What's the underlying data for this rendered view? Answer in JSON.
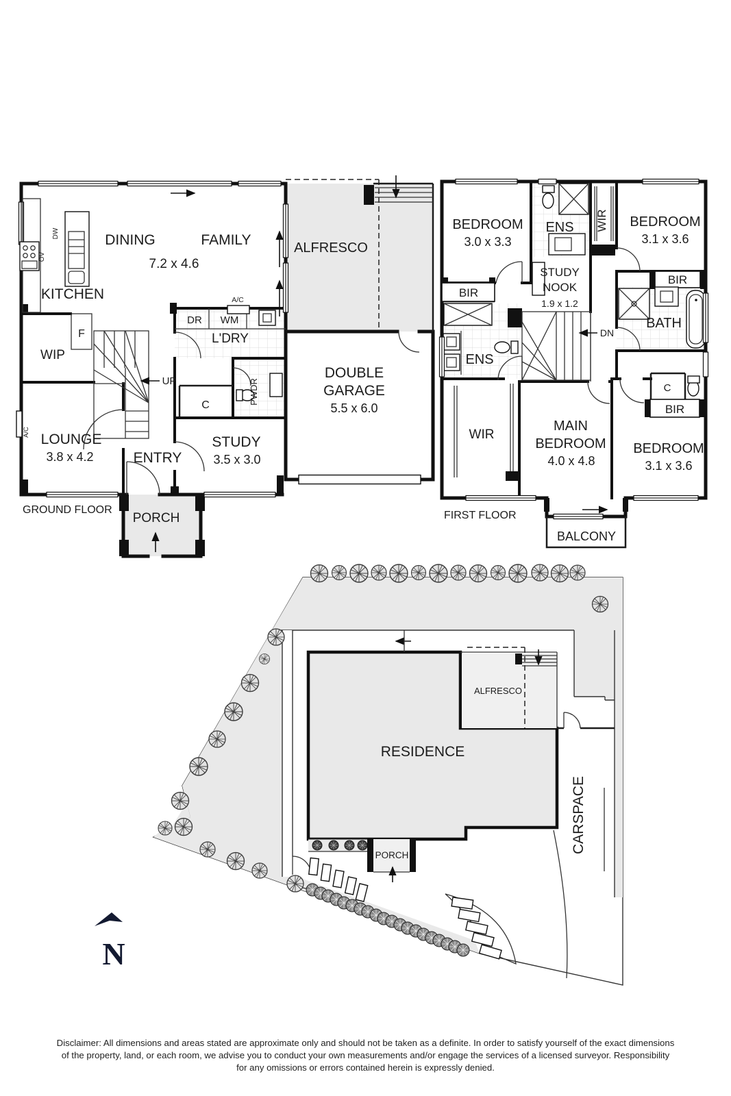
{
  "colors": {
    "wall": "#111111",
    "shade": "#e9e9e9",
    "shade_light": "#f0f0f0",
    "navy": "#131a31",
    "text": "#1f1f1f"
  },
  "labels": {
    "dining": "DINING",
    "family": "FAMILY",
    "dining_family_dims": "7.2 x 4.6",
    "kitchen": "KITCHEN",
    "wip": "WIP",
    "fridge": "F",
    "up": "UP",
    "dryer": "DR",
    "washer": "WM",
    "ac": "A/C",
    "laundry": "L'DRY",
    "powder": "PWDR",
    "closet": "C",
    "lounge": "LOUNGE",
    "lounge_dims": "3.8 x 4.2",
    "entry": "ENTRY",
    "study": "STUDY",
    "study_dims": "3.5 x 3.0",
    "alfresco": "ALFRESCO",
    "garage_line1": "DOUBLE",
    "garage_line2": "GARAGE",
    "garage_dims": "5.5 x 6.0",
    "porch": "PORCH",
    "oven": "OV",
    "dishwasher": "DW",
    "bedroom": "BEDROOM",
    "bed1_dims": "3.0 x 3.3",
    "bed2_dims": "3.1 x 3.6",
    "ens": "ENS",
    "wir": "WIR",
    "bir": "BIR",
    "nook_line1": "STUDY",
    "nook_line2": "NOOK",
    "nook_dims": "1.9 x 1.2",
    "down": "DN",
    "bath": "BATH",
    "main_line1": "MAIN",
    "main_line2": "BEDROOM",
    "main_dims": "4.0 x 4.8",
    "balcony": "BALCONY",
    "ground_title": "GROUND FLOOR",
    "first_title": "FIRST FLOOR",
    "residence": "RESIDENCE",
    "carspace": "CARSPACE",
    "north": "N"
  },
  "disclaimer": {
    "line1": "Disclaimer: All dimensions and areas stated are approximate only and should not be taken as a definite. In order to satisfy yourself of the exact dimensions",
    "line2": "of the property, land, or each room, we advise you to conduct your own measurements and/or engage the services of a licensed surveyor. Responsibility",
    "line3": "for any omissions or errors contained herein is expressly denied."
  }
}
